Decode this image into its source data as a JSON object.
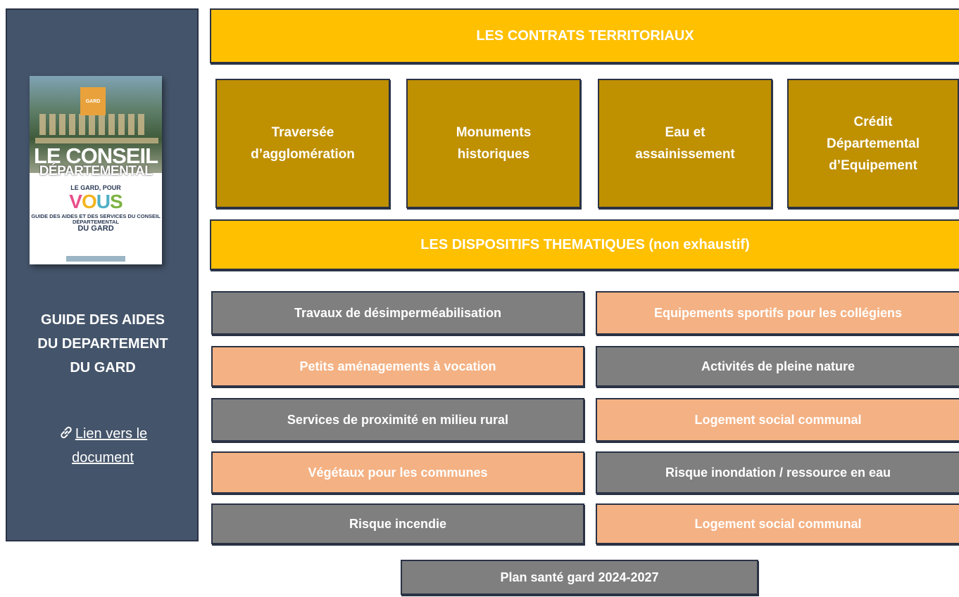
{
  "sidebar": {
    "cover": {
      "line1": "LE CONSEIL",
      "line2": "DÉPARTEMENTAL",
      "pour": "LE GARD, POUR",
      "vous": "VOUS",
      "small": "GUIDE DES AIDES ET DES SERVICES DU CONSEIL DÉPARTEMENTAL",
      "dugard": "DU GARD"
    },
    "title_lines": [
      "GUIDE DES AIDES",
      "DU DEPARTEMENT",
      "DU GARD"
    ],
    "link_lines": [
      "Lien vers le",
      "document"
    ],
    "link_icon": "link-icon"
  },
  "contrats": {
    "header": "LES CONTRATS TERRITORIAUX",
    "cards": [
      {
        "lines": [
          "Traversée",
          "d’agglomération"
        ]
      },
      {
        "lines": [
          "Monuments",
          "historiques"
        ]
      },
      {
        "lines": [
          "Eau et",
          "assainissement"
        ]
      },
      {
        "lines": [
          "Crédit",
          "Départemental",
          "d’Equipement"
        ]
      }
    ]
  },
  "dispositifs": {
    "header": "LES DISPOSITIFS THEMATIQUES (non exhaustif)",
    "left": [
      "Travaux de désimperméabilisation",
      "Petits aménagements à vocation",
      "Services de proximité en milieu rural",
      "Végétaux pour les communes",
      "Risque incendie"
    ],
    "right": [
      "Equipements sportifs pour les collégiens",
      "Activités de pleine nature",
      "Logement social communal",
      "Risque inondation / ressource en eau",
      "Logement social communal"
    ],
    "bottom": "Plan santé gard 2024-2027"
  },
  "colors": {
    "sidebar": "#44546a",
    "header_yellow": "#ffc000",
    "card_gold": "#bf9000",
    "item_grey": "#7f7f7f",
    "item_salmon": "#f4b183"
  }
}
